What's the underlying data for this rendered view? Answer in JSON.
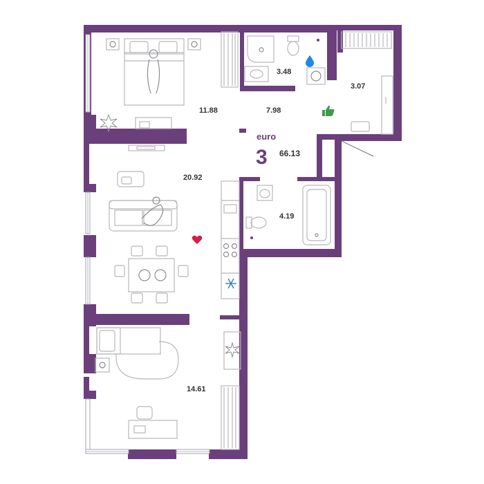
{
  "plan": {
    "type_label": "euro",
    "rooms_count": "3",
    "total_area": "66.13",
    "rooms": [
      {
        "name": "bedroom-top",
        "area": "11.88"
      },
      {
        "name": "hallway",
        "area": "7.98"
      },
      {
        "name": "bathroom-top",
        "area": "3.48"
      },
      {
        "name": "wardrobe",
        "area": "3.07"
      },
      {
        "name": "kitchen-living",
        "area": "20.92"
      },
      {
        "name": "bathroom",
        "area": "4.19"
      },
      {
        "name": "bedroom-bottom",
        "area": "14.61"
      }
    ]
  },
  "colors": {
    "wall": "#6b3f7c",
    "heart": "#d81b4a",
    "thumb": "#3e9a4a",
    "drop": "#1e88e5",
    "snow": "#2f7fd0"
  },
  "icons": [
    "heart-icon",
    "thumbs-up-icon",
    "water-drop-icon",
    "snowflake-icon",
    "plant-icon"
  ]
}
